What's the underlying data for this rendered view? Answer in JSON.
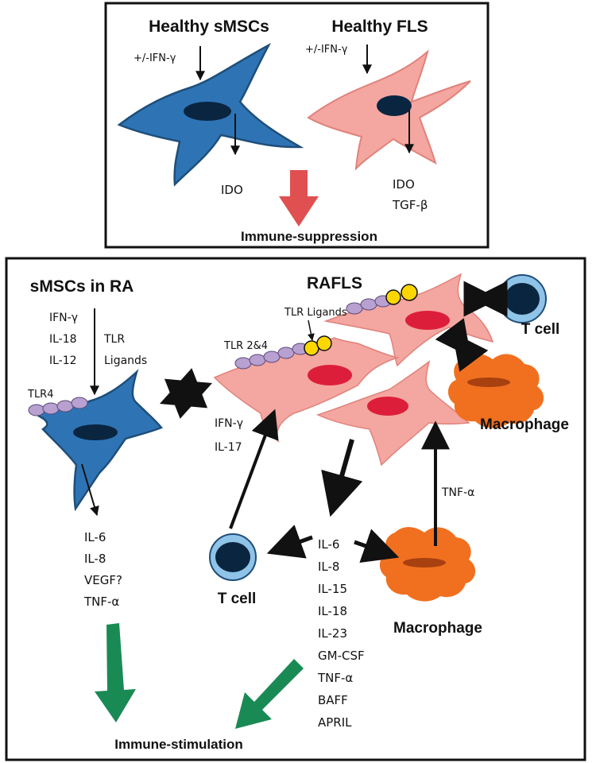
{
  "top_panel": {
    "healthy_smscs_title": "Healthy sMSCs",
    "healthy_fls_title": "Healthy FLS",
    "ifn_stim_left": "+/-IFN-γ",
    "ifn_stim_right": "+/-IFN-γ",
    "smsc_output": [
      "IDO"
    ],
    "fls_output": [
      "IDO",
      "TGF-β"
    ],
    "result": "Immune-suppression"
  },
  "bottom_panel": {
    "smscs_ra_title": "sMSCs in RA",
    "rafls_title": "RAFLS",
    "smsc_inputs": [
      "IFN-γ",
      "IL-18",
      "IL-12"
    ],
    "tlr_ligands_side": [
      "TLR",
      "Ligands"
    ],
    "tlr4_label": "TLR4",
    "tlr_ligands_top": "TLR Ligands",
    "tlr24_label": "TLR 2&4",
    "tcell_inputs": [
      "IFN-γ",
      "IL-17"
    ],
    "smsc_outputs": [
      "IL-6",
      "IL-8",
      "VEGF?",
      "TNF-α"
    ],
    "rafls_outputs": [
      "IL-6",
      "IL-8",
      "IL-15",
      "IL-18",
      "IL-23",
      "GM-CSF",
      "TNF-α",
      "BAFF",
      "APRIL"
    ],
    "macrophage_output": "TNF-α",
    "tcell_label_right": "T cell",
    "macrophage_label_right": "Macrophage",
    "tcell_label_bottom": "T cell",
    "macrophage_label_bottom": "Macrophage",
    "result": "Immune-stimulation"
  },
  "colors": {
    "smsc_blue": "#2e74b5",
    "smsc_edge": "#1f4e79",
    "fls_pink": "#f4a6a0",
    "fls_edge": "#e0827b",
    "nucleus_dark": "#0a2540",
    "nucleus_red": "#dd1e3a",
    "suppression_arrow": "#e05050",
    "stimulation_arrow": "#1a8a55",
    "macrophage_orange": "#f07020",
    "tcell_light": "#8fc3e8",
    "receptor_purple": "#b8a0d0",
    "ligand_yellow": "#ffd700"
  }
}
